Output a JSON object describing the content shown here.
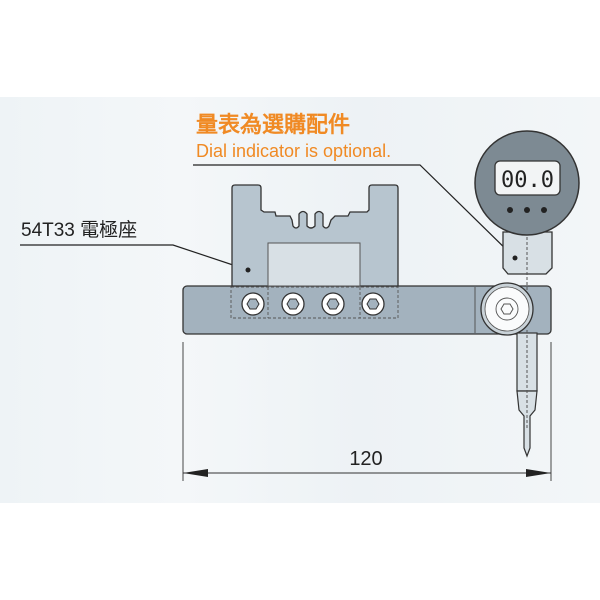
{
  "callout_optional": {
    "zh": "量表為選購配件",
    "en": "Dial indicator is optional."
  },
  "part_label": "54T33 電極座",
  "gauge_display": "00.0",
  "dimension": "120",
  "colors": {
    "accent": "#f08a24",
    "base": "#a3b2be",
    "block": "#b7c5cf",
    "gauge": "#7d8a93",
    "line": "#222222"
  }
}
